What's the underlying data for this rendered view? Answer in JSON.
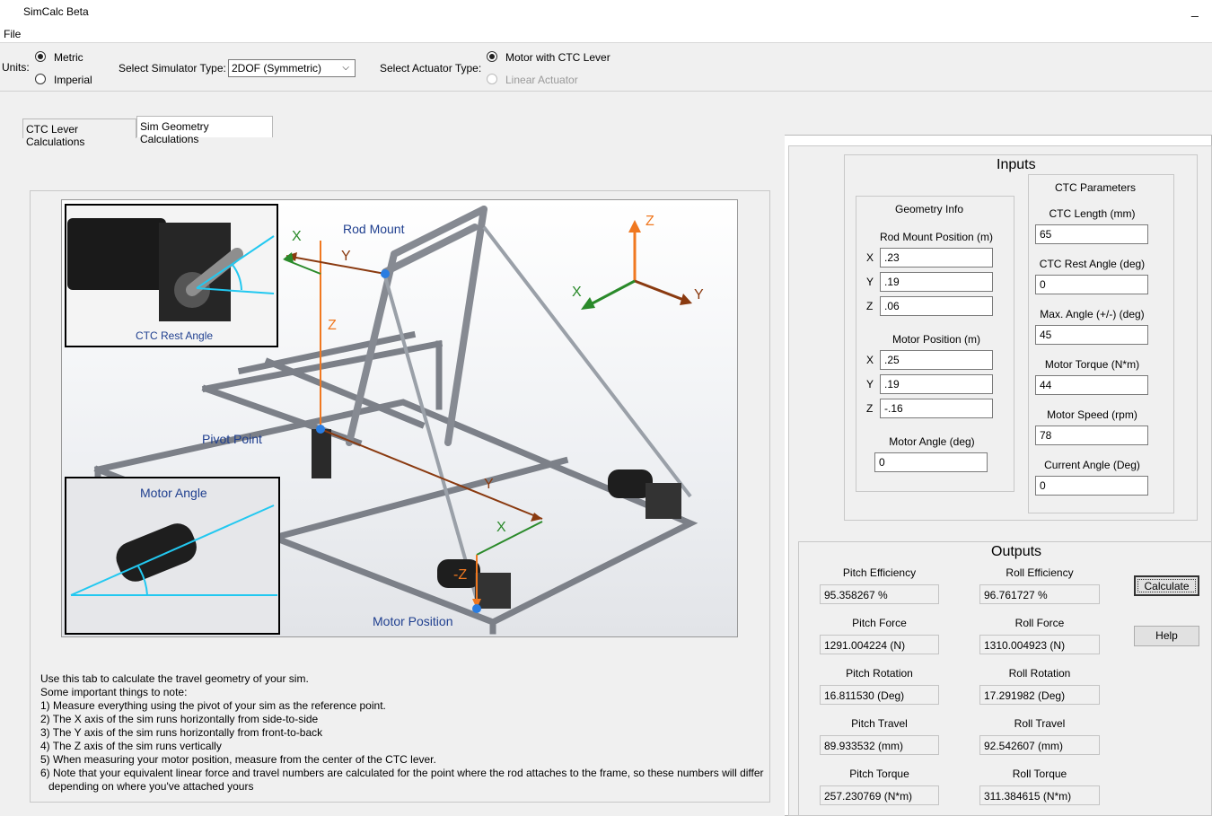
{
  "window": {
    "title": "SimCalc Beta",
    "minimize_glyph": "_"
  },
  "menu": {
    "file": "File"
  },
  "toolbar": {
    "units_label": "Units:",
    "metric": "Metric",
    "imperial": "Imperial",
    "sim_type_label": "Select Simulator Type:",
    "sim_type_value": "2DOF (Symmetric)",
    "actuator_label": "Select Actuator Type:",
    "motor_ctc": "Motor with CTC Lever",
    "linear_actuator": "Linear Actuator"
  },
  "tabs": {
    "ctc_lever": "CTC Lever Calculations",
    "sim_geometry": "Sim Geometry Calculations"
  },
  "diagram": {
    "rod_mount": "Rod Mount",
    "pivot_point": "Pivot Point",
    "motor_position": "Motor Position",
    "ctc_rest_angle": "CTC Rest Angle",
    "motor_angle": "Motor Angle",
    "axis_x": "X",
    "axis_y": "Y",
    "axis_z": "Z",
    "axis_neg_z": "-Z"
  },
  "notes": [
    "Use this tab to calculate the travel geometry of your sim.",
    "Some important things to note:",
    "1) Measure everything using the pivot of your sim as the reference point.",
    "2) The X axis of the sim runs horizontally from side-to-side",
    "3) The Y axis of the sim runs horizontally from front-to-back",
    "4) The Z axis of the sim runs vertically",
    "5) When measuring your motor position, measure from the center of the CTC lever.",
    "6) Note that your equivalent linear force and travel numbers are calculated for the point where the rod attaches to the frame, so these numbers will differ",
    "depending on where you've attached yours"
  ],
  "inputs": {
    "title": "Inputs",
    "geometry": {
      "title": "Geometry Info",
      "rod_mount_label": "Rod Mount Position (m)",
      "rod_x": ".23",
      "rod_y": ".19",
      "rod_z": ".06",
      "motor_pos_label": "Motor Position (m)",
      "motor_x": ".25",
      "motor_y": ".19",
      "motor_z": "-.16",
      "motor_angle_label": "Motor Angle (deg)",
      "motor_angle": "0",
      "x": "X",
      "y": "Y",
      "z": "Z"
    },
    "ctc": {
      "title": "CTC Parameters",
      "length_label": "CTC Length (mm)",
      "length": "65",
      "rest_angle_label": "CTC Rest Angle (deg)",
      "rest_angle": "0",
      "max_angle_label": "Max. Angle (+/-) (deg)",
      "max_angle": "45",
      "torque_label": "Motor Torque (N*m)",
      "torque": "44",
      "speed_label": "Motor Speed (rpm)",
      "speed": "78",
      "current_angle_label": "Current Angle (Deg)",
      "current_angle": "0"
    }
  },
  "outputs": {
    "title": "Outputs",
    "pitch_eff_label": "Pitch Efficiency",
    "pitch_eff": "95.358267   %",
    "roll_eff_label": "Roll Efficiency",
    "roll_eff": "96.761727   %",
    "pitch_force_label": "Pitch Force",
    "pitch_force": "1291.004224   (N)",
    "roll_force_label": "Roll Force",
    "roll_force": "1310.004923   (N)",
    "pitch_rot_label": "Pitch Rotation",
    "pitch_rot": "16.811530   (Deg)",
    "roll_rot_label": "Roll Rotation",
    "roll_rot": "17.291982   (Deg)",
    "pitch_travel_label": "Pitch Travel",
    "pitch_travel": "89.933532   (mm)",
    "roll_travel_label": "Roll Travel",
    "roll_travel": "92.542607   (mm)",
    "pitch_torque_label": "Pitch Torque",
    "pitch_torque": "257.230769   (N*m)",
    "roll_torque_label": "Roll Torque",
    "roll_torque": "311.384615   (N*m)"
  },
  "buttons": {
    "calculate": "Calculate",
    "help": "Help"
  },
  "colors": {
    "orange": "#f07820",
    "green": "#2a8a2a",
    "brown": "#8a3a10",
    "cyan": "#22c8f0",
    "blue_label": "#1f3f8f"
  }
}
